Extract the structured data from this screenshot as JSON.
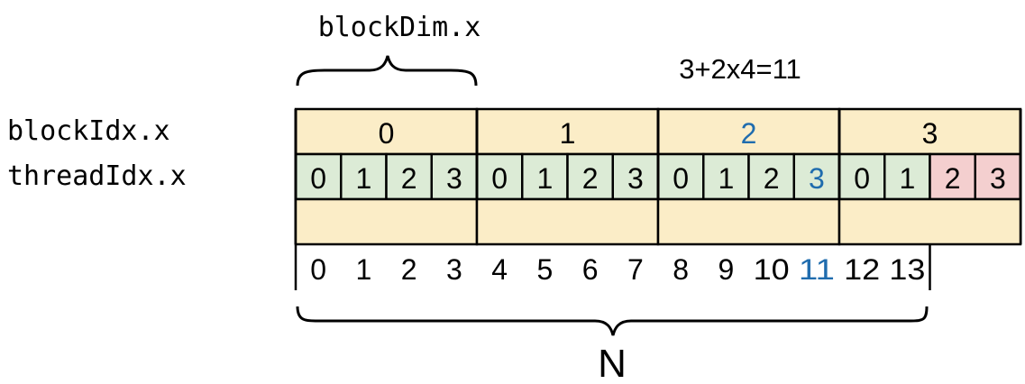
{
  "labels": {
    "block_dim": "blockDim.x",
    "formula": "3+2x4=11",
    "block_idx": "blockIdx.x",
    "thread_idx": "threadIdx.x",
    "n": "N"
  },
  "blocks": [
    {
      "label": "0",
      "highlight": false
    },
    {
      "label": "1",
      "highlight": false
    },
    {
      "label": "2",
      "highlight": true
    },
    {
      "label": "3",
      "highlight": false
    }
  ],
  "threads": [
    {
      "label": "0",
      "state": "valid",
      "highlight": false
    },
    {
      "label": "1",
      "state": "valid",
      "highlight": false
    },
    {
      "label": "2",
      "state": "valid",
      "highlight": false
    },
    {
      "label": "3",
      "state": "valid",
      "highlight": false
    },
    {
      "label": "0",
      "state": "valid",
      "highlight": false
    },
    {
      "label": "1",
      "state": "valid",
      "highlight": false
    },
    {
      "label": "2",
      "state": "valid",
      "highlight": false
    },
    {
      "label": "3",
      "state": "valid",
      "highlight": false
    },
    {
      "label": "0",
      "state": "valid",
      "highlight": false
    },
    {
      "label": "1",
      "state": "valid",
      "highlight": false
    },
    {
      "label": "2",
      "state": "valid",
      "highlight": false
    },
    {
      "label": "3",
      "state": "valid",
      "highlight": true
    },
    {
      "label": "0",
      "state": "valid",
      "highlight": false
    },
    {
      "label": "1",
      "state": "valid",
      "highlight": false
    },
    {
      "label": "2",
      "state": "out_of_range",
      "highlight": false
    },
    {
      "label": "3",
      "state": "out_of_range",
      "highlight": false
    }
  ],
  "indices": [
    {
      "label": "0",
      "highlight": false
    },
    {
      "label": "1",
      "highlight": false
    },
    {
      "label": "2",
      "highlight": false
    },
    {
      "label": "3",
      "highlight": false
    },
    {
      "label": "4",
      "highlight": false
    },
    {
      "label": "5",
      "highlight": false
    },
    {
      "label": "6",
      "highlight": false
    },
    {
      "label": "7",
      "highlight": false
    },
    {
      "label": "8",
      "highlight": false
    },
    {
      "label": "9",
      "highlight": false
    },
    {
      "label": "10",
      "highlight": false
    },
    {
      "label": "11",
      "highlight": true
    },
    {
      "label": "12",
      "highlight": false
    },
    {
      "label": "13",
      "highlight": false
    }
  ],
  "colors": {
    "block_fill": "#fbedc7",
    "thread_fill": "#dcebd6",
    "out_of_range_fill": "#f4cfcf",
    "highlight": "#1f6cae",
    "stroke": "#000000"
  }
}
